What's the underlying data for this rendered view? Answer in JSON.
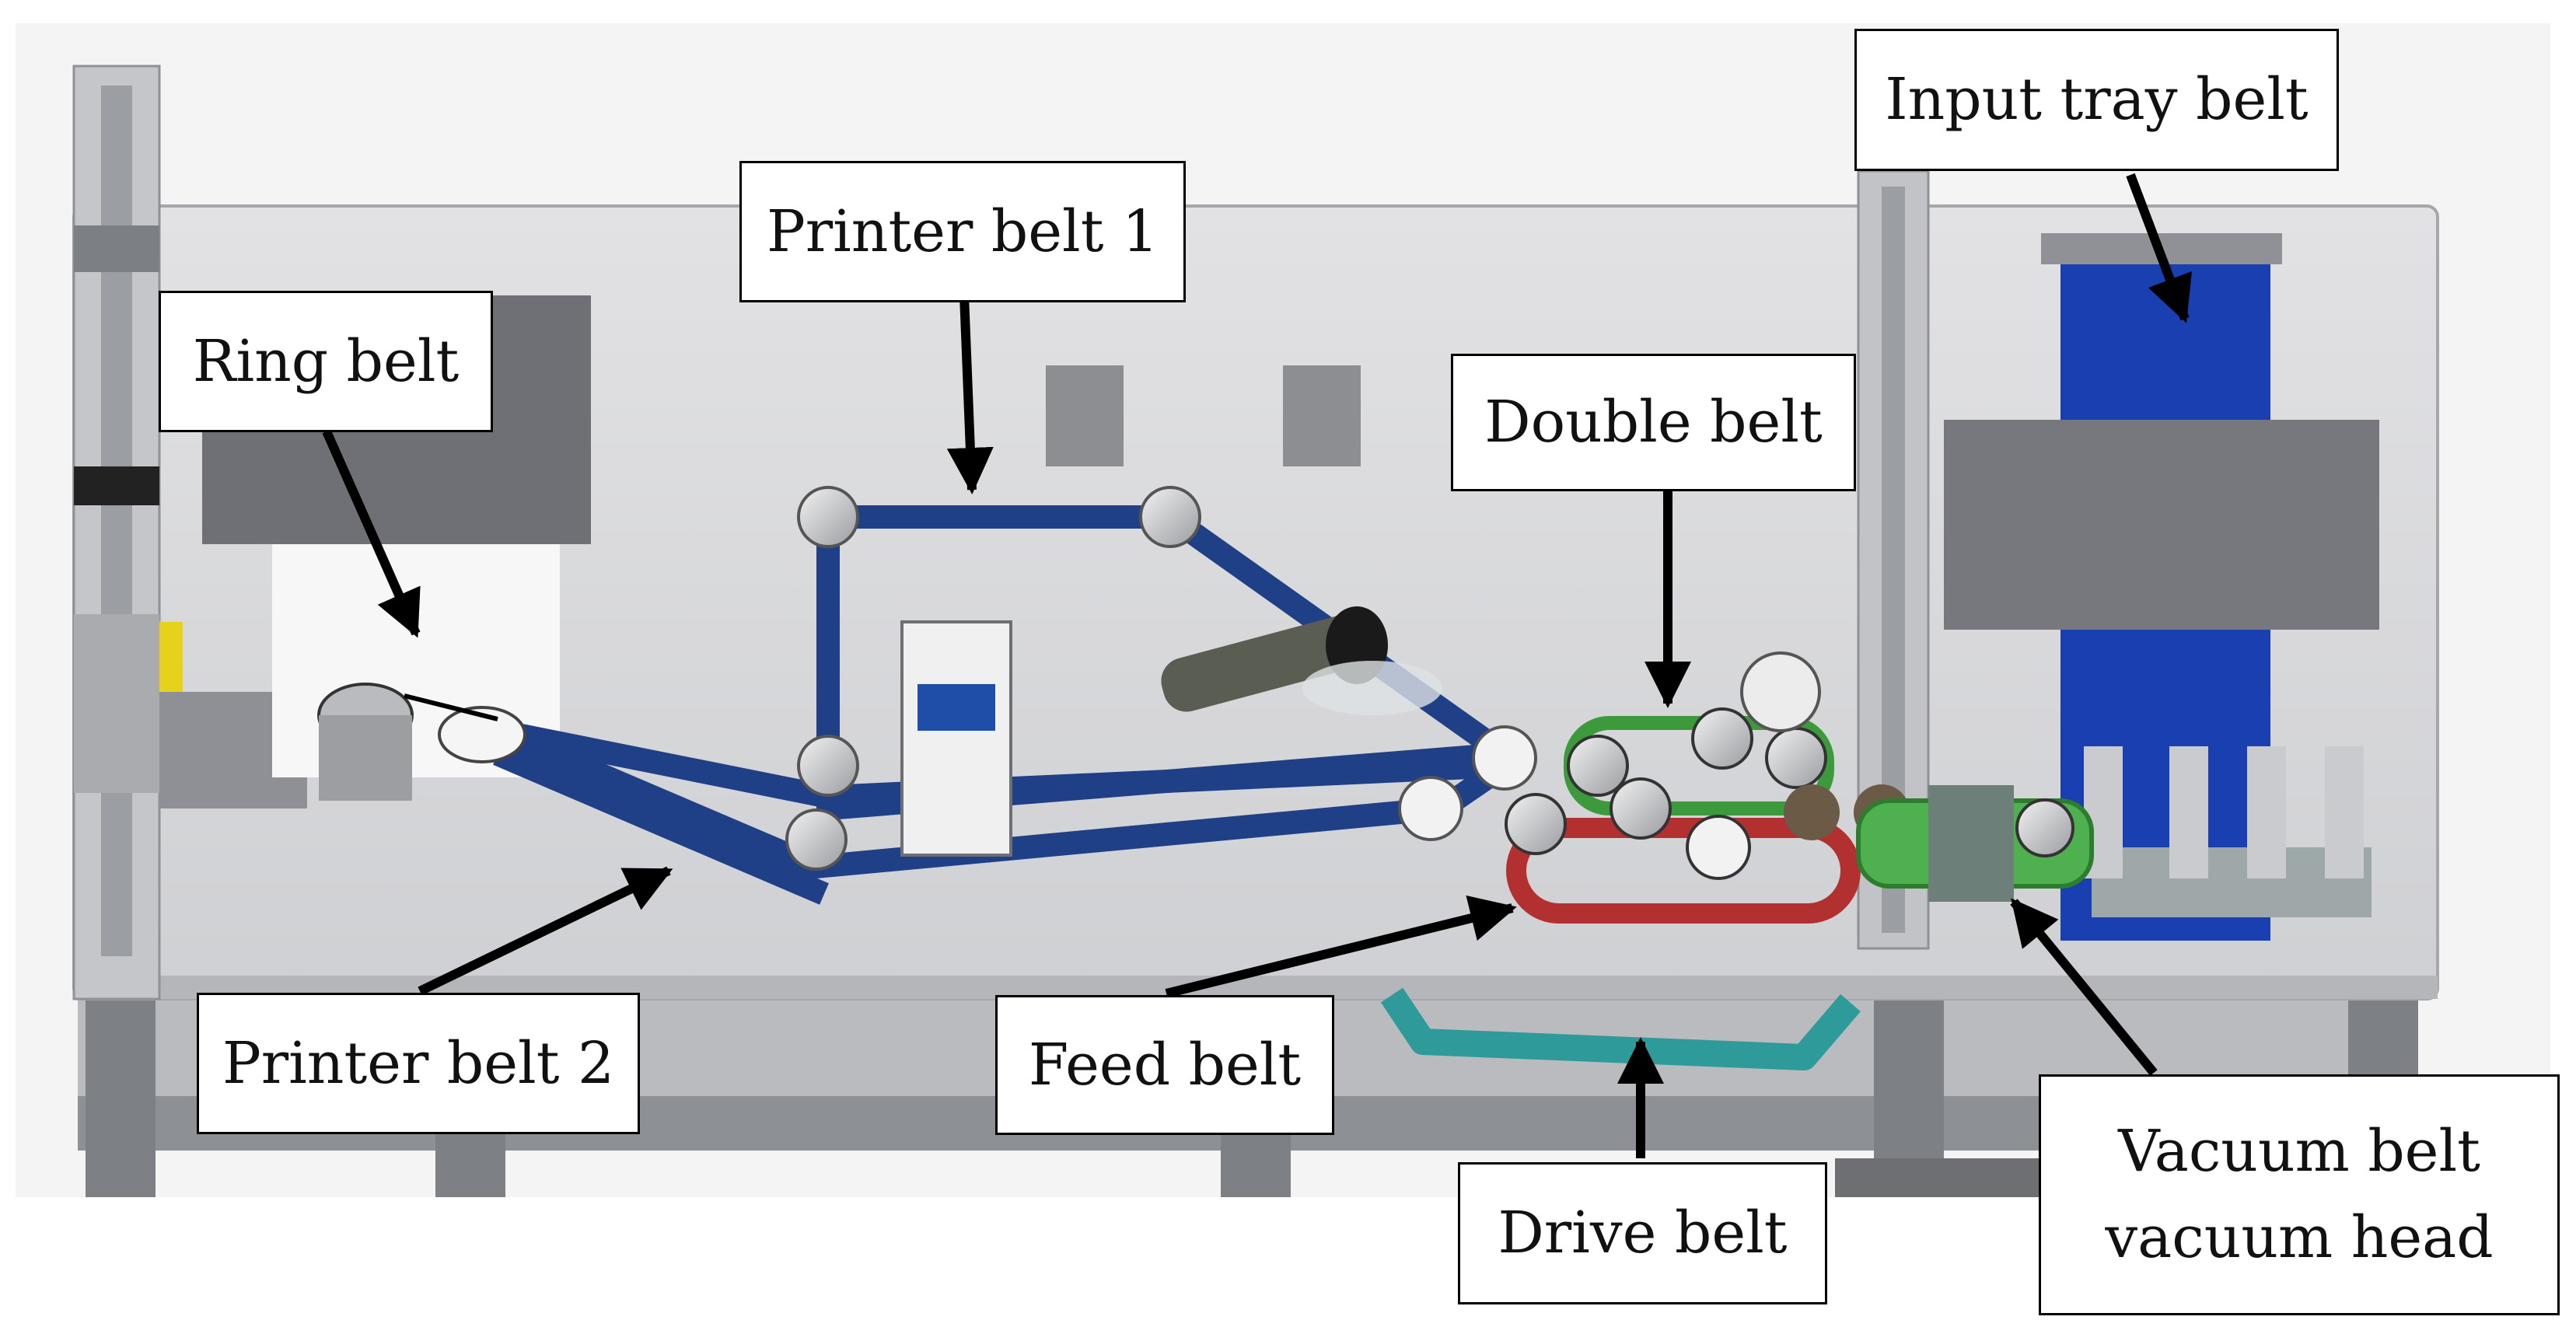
{
  "figure": {
    "labels": {
      "input_tray_belt": "Input tray belt",
      "printer_belt_1": "Printer belt 1",
      "ring_belt": "Ring belt",
      "double_belt": "Double belt",
      "printer_belt_2": "Printer belt 2",
      "feed_belt": "Feed belt",
      "drive_belt": "Drive belt",
      "vacuum_belt_line1": "Vacuum belt",
      "vacuum_belt_line2": "vacuum head"
    },
    "colors": {
      "plate": "#d9d9db",
      "plate_edge": "#9e9ea3",
      "frame": "#8a8c90",
      "blue_belt": "#1f3f86",
      "input_tray": "#1a3fb0",
      "feed_belt": "#b23030",
      "double_belt": "#3c9a3c",
      "vacuum_belt": "#4fb04f",
      "drive_belt": "#2f9a9a",
      "pulley": "#c8cacc",
      "arrow": "#000000"
    }
  }
}
